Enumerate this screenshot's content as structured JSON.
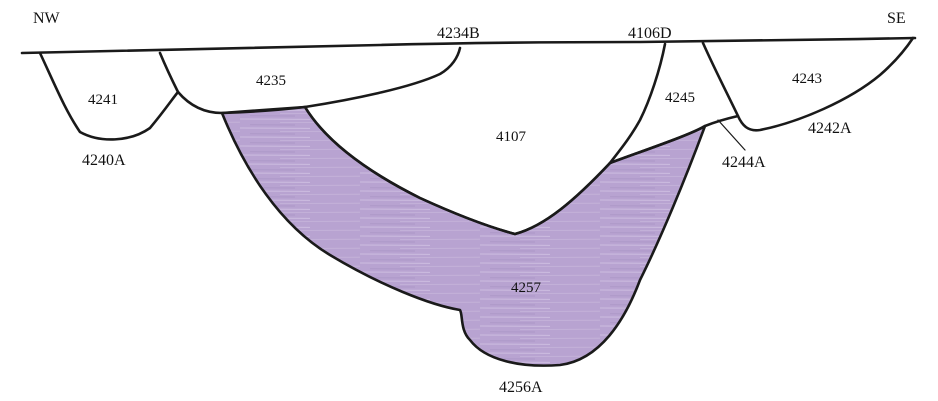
{
  "orientation": {
    "left": "NW",
    "right": "SE"
  },
  "contexts": {
    "c4234B": "4234B",
    "c4106D": "4106D",
    "c4241": "4241",
    "c4235": "4235",
    "c4107": "4107",
    "c4245": "4245",
    "c4243": "4243",
    "c4240A": "4240A",
    "c4242A": "4242A",
    "c4244A": "4244A",
    "c4257": "4257",
    "c4256A": "4256A"
  },
  "colors": {
    "highlight_fill": "#b8a3d1",
    "line": "#1a1a1a",
    "background": "#ffffff"
  },
  "highlighted_context": "4257"
}
